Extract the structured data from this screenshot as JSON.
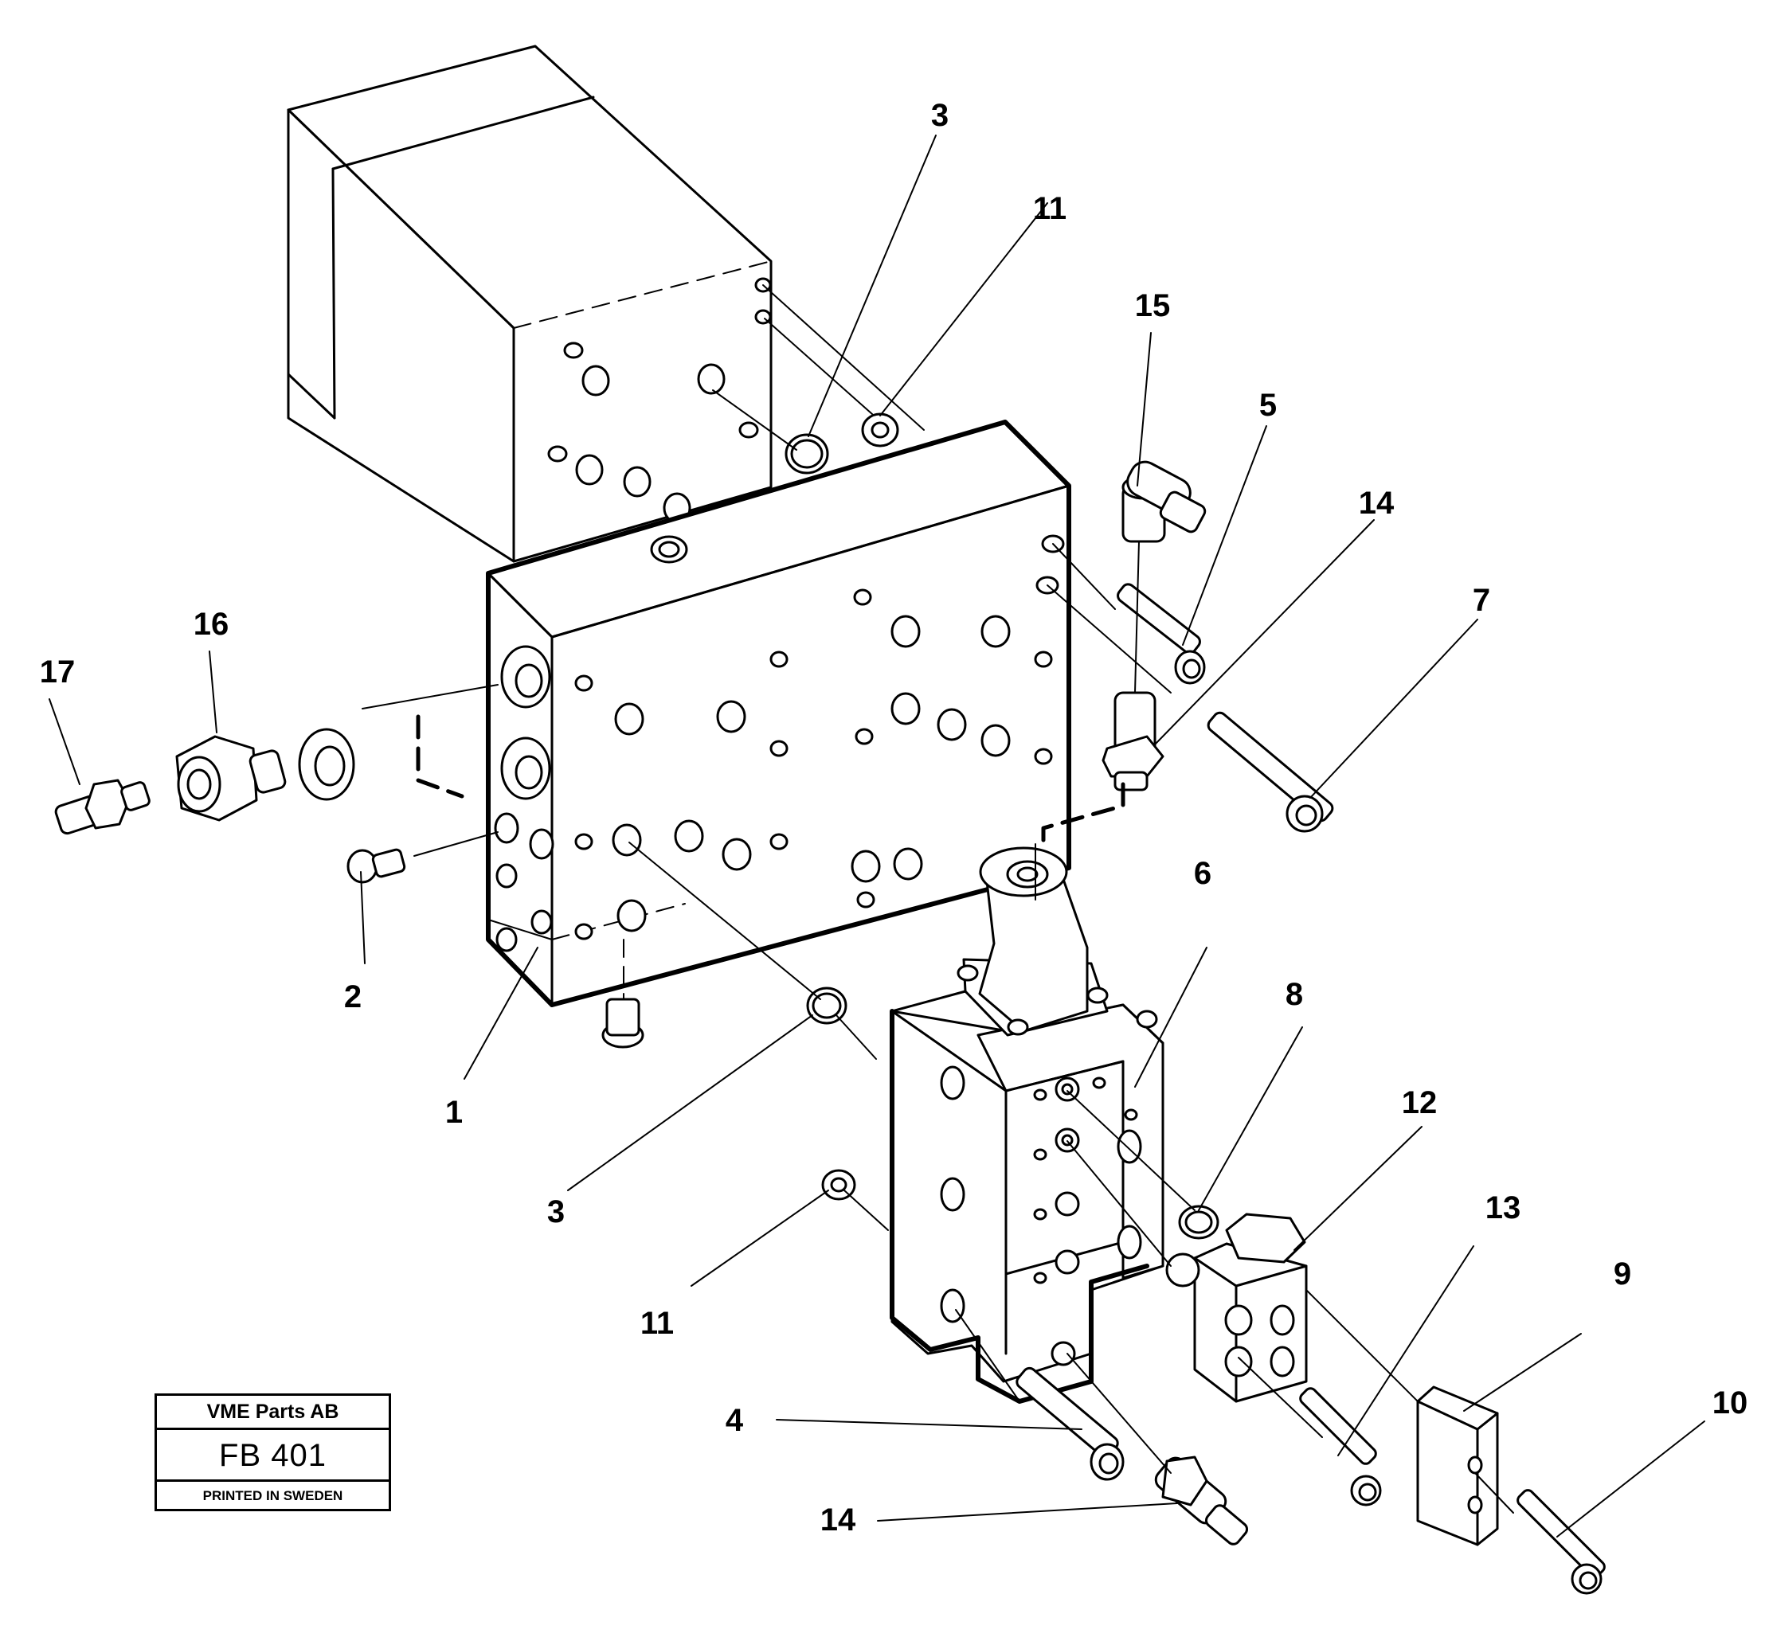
{
  "labels": {
    "p1": "1",
    "p2": "2",
    "p3a": "3",
    "p3b": "3",
    "p4": "4",
    "p5": "5",
    "p6": "6",
    "p7": "7",
    "p8": "8",
    "p9": "9",
    "p10": "10",
    "p11a": "11",
    "p11b": "11",
    "p12": "12",
    "p13": "13",
    "p14a": "14",
    "p14b": "14",
    "p15": "15",
    "p16": "16",
    "p17": "17"
  },
  "stamp": {
    "company": "VME Parts AB",
    "code": "FB 401",
    "printed": "PRINTED IN SWEDEN"
  }
}
